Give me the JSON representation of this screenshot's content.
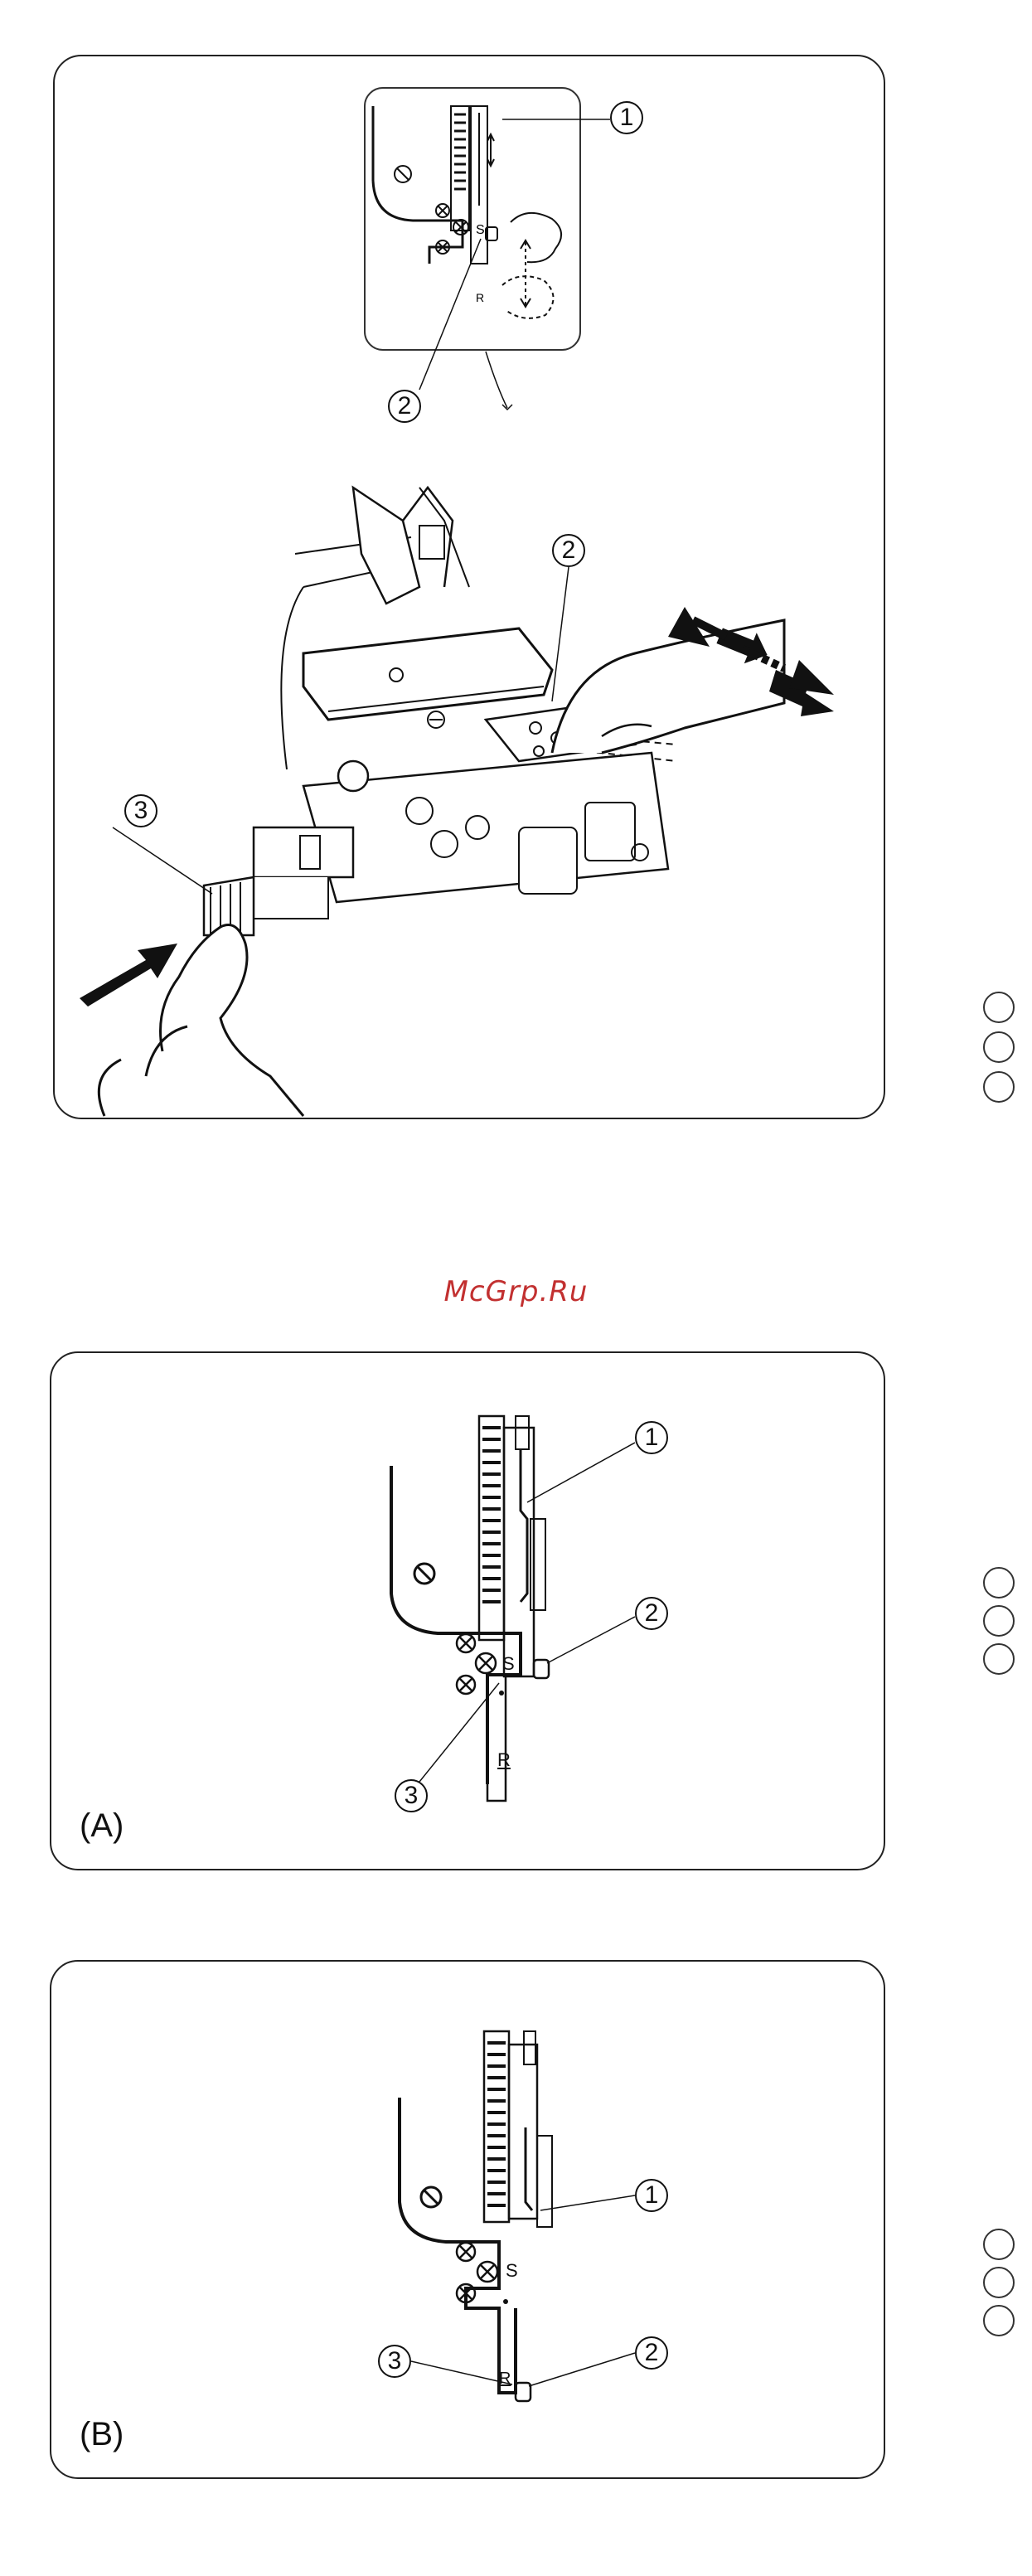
{
  "watermark": "McGrp.Ru",
  "panel_top": {
    "callouts": [
      "1",
      "2",
      "2",
      "3"
    ]
  },
  "panel_a": {
    "label": "(A)",
    "callouts": [
      "1",
      "2",
      "3"
    ],
    "marks": [
      "S",
      "R"
    ]
  },
  "panel_b": {
    "label": "(B)",
    "callouts": [
      "1",
      "2",
      "3"
    ],
    "marks": [
      "S",
      "R"
    ]
  },
  "icons": {
    "arrow_color": "#111111",
    "accent": "#c23030"
  }
}
